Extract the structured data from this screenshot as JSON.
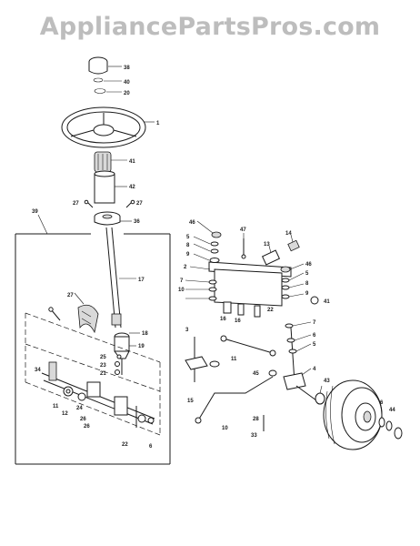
{
  "watermark": "AppliancePartsPros.com",
  "callouts": {
    "c38": "38",
    "c40": "40",
    "c20": "20",
    "c1": "1",
    "c41a": "41",
    "c42": "42",
    "c27a": "27",
    "c27b": "27",
    "c36": "36",
    "c39": "39",
    "c17": "17",
    "c27c": "27",
    "c18": "18",
    "c19": "19",
    "c25": "25",
    "c23": "23",
    "c21": "21",
    "c11a": "11",
    "c12": "12",
    "c24": "24",
    "c26a": "26",
    "c22a": "22",
    "c6a": "6",
    "c46a": "46",
    "c5a": "5",
    "c8a": "8",
    "c9a": "9",
    "c2": "2",
    "c47": "47",
    "c13": "13",
    "c14": "14",
    "c46b": "46",
    "c5b": "5",
    "c8b": "8",
    "c9b": "9",
    "c7a": "7",
    "c10a": "10",
    "c41b": "41",
    "c16a": "16",
    "c16b": "16",
    "c22b": "22",
    "c3": "3",
    "c7b": "7",
    "c6b": "6",
    "c5c": "5",
    "c45": "45",
    "c11b": "11",
    "c15": "15",
    "c28": "28",
    "c4": "4",
    "c43": "43",
    "c44": "44",
    "c6c": "6",
    "c33": "33",
    "c10b": "10",
    "c26b": "26",
    "c34": "34"
  }
}
